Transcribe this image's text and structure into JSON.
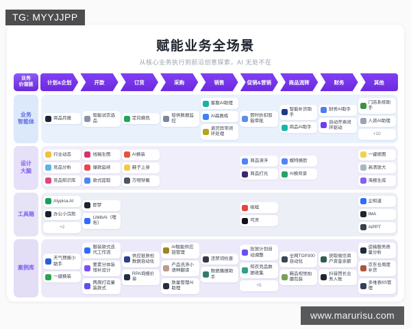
{
  "overlays": {
    "tg_label": "TG: MYYJJPP",
    "watermark": "www.marurisu.com"
  },
  "header": {
    "title": "赋能业务全场景",
    "subtitle": "从核心业务执行到前沿创意探索，AI 无处不在"
  },
  "colors": {
    "accent_purple": "#6d28d9",
    "stage_purple": "#7b3df0",
    "title_dark": "#20242f"
  },
  "value_chain": {
    "label_lines": [
      "业务",
      "价值链"
    ],
    "stages": [
      "计划&企划",
      "开款",
      "订货",
      "采购",
      "销售",
      "促销&营销",
      "商品流转",
      "财务",
      "其他"
    ]
  },
  "rows": [
    {
      "id": "agents",
      "label_lines": [
        "业务",
        "智能体"
      ],
      "theme": {
        "bg": "#e9f1fc",
        "label_bg": "#dce9fb",
        "label_color": "#5f6cdc"
      },
      "columns": [
        [
          {
            "label": "商品月报",
            "icon": "#1f2433"
          }
        ],
        [
          {
            "label": "智能试衣选品",
            "icon": "#8a93a6"
          }
        ],
        [
          {
            "label": "定向换色",
            "icon": "#22a55a"
          }
        ],
        [
          {
            "label": "轻供数据监控",
            "icon": "#7a869c"
          }
        ],
        [
          {
            "label": "客服AI助理",
            "icon": "#18b2a6"
          },
          {
            "label": "AI森教练",
            "icon": "#3b82f6"
          },
          {
            "label": "退货异常闭环处理",
            "icon": "#b7a31a"
          }
        ],
        [
          {
            "label": "即时折扣智能审批",
            "icon": "#5b8def"
          }
        ],
        [
          {
            "label": "智能补货助手",
            "icon": "#1e3a8a"
          },
          {
            "label": "商品AI助手",
            "icon": "#14b8a6"
          }
        ],
        [
          {
            "label": "财务AI助手",
            "icon": "#4f7df0"
          },
          {
            "label": "自动开票闭环驱动",
            "icon": "#6d3ef0"
          }
        ],
        [
          {
            "label": "门店系统助手",
            "icon": "#3f9142"
          },
          {
            "label": "人资AI助理",
            "icon": "#9aa3b2"
          },
          {
            "label": "+10",
            "icon": null
          }
        ]
      ]
    },
    {
      "id": "design-brain",
      "label_lines": [
        "设计",
        "大脑"
      ],
      "theme": {
        "bg": "#f1eefb",
        "label_bg": "#e6e0f8",
        "label_color": "#7c5cf0"
      },
      "columns": [
        [
          {
            "label": "行业动态",
            "icon": "#f0c33c"
          },
          {
            "label": "竞品分析",
            "icon": "#58b7e6"
          },
          {
            "label": "竞品知识库",
            "icon": "#e0457b"
          }
        ],
        [
          {
            "label": "线稿生图",
            "icon": "#d6336c"
          },
          {
            "label": "爆款延续",
            "icon": "#e5484d"
          },
          {
            "label": "款式提取",
            "icon": "#4f86f7"
          }
        ],
        [
          {
            "label": "AI换装",
            "icon": "#e5543c"
          },
          {
            "label": "鞋子上身",
            "icon": "#f2c94c"
          },
          {
            "label": "万物穿戴",
            "icon": "#4b5563"
          }
        ],
        [],
        [],
        [
          {
            "label": "商品漂浮",
            "icon": "#4f86f7"
          },
          {
            "label": "商品打光",
            "icon": "#3b2a6e"
          }
        ],
        [
          {
            "label": "模特换脸",
            "icon": "#4f86f7"
          },
          {
            "label": "AI换背景",
            "icon": "#29a36a"
          }
        ],
        [],
        [
          {
            "label": "一键抠图",
            "icon": "#f2d24c"
          },
          {
            "label": "高清放大",
            "icon": "#aab4c4"
          },
          {
            "label": "海报生成",
            "icon": "#8a5cf6"
          }
        ]
      ]
    },
    {
      "id": "toolbox",
      "label_lines": [
        "工具箱"
      ],
      "theme": {
        "bg": "#edeff6",
        "label_bg": "#e6e3f7",
        "label_color": "#7c5cf0"
      },
      "columns": [
        [
          {
            "label": "Atypica.AI",
            "icon": "#169f5c"
          },
          {
            "label": "办公小浣熊",
            "icon": "#17202e"
          },
          {
            "label": "+2",
            "icon": null
          }
        ],
        [
          {
            "label": "即梦",
            "icon": "#1b2430"
          },
          {
            "label": "LiblibAI（哩布）",
            "icon": "#2f6bff"
          }
        ],
        [],
        [],
        [],
        [
          {
            "label": "绘蛙",
            "icon": "#e8453c"
          },
          {
            "label": "可灵",
            "icon": "#111318"
          }
        ],
        [],
        [],
        [
          {
            "label": "企知道",
            "icon": "#2f6bff"
          },
          {
            "label": "IMA",
            "icon": "#22262e"
          },
          {
            "label": "AiPPT",
            "icon": "#39404d"
          }
        ]
      ]
    },
    {
      "id": "case-library",
      "label_lines": [
        "案例库"
      ],
      "theme": {
        "bg": "#ece9f9",
        "label_bg": "#e3ddf6",
        "label_color": "#7c5cf0"
      },
      "columns": [
        [
          {
            "label": "天气预报小助手",
            "icon": "#2b5fd9"
          },
          {
            "label": "一键换装",
            "icon": "#2aa34f"
          }
        ],
        [
          {
            "label": "服装款式迭代工作流",
            "icon": "#2f6bff"
          },
          {
            "label": "要素分体装增补设计",
            "icon": "#7a4ff0"
          },
          {
            "label": "两周打造童装款式",
            "icon": "#5b4ff0"
          }
        ],
        [
          {
            "label": "供应链质检数据自动化",
            "icon": "#2b3f8a"
          },
          {
            "label": "RPA询报价单",
            "icon": "#223047"
          }
        ],
        [
          {
            "label": "AI赋能供应链管理",
            "icon": "#a08326"
          },
          {
            "label": "产品洗涤小语种翻译",
            "icon": "#b99c8e"
          },
          {
            "label": "质量管理AI助理",
            "icon": "#24303f"
          }
        ],
        [
          {
            "label": "违禁词检查",
            "icon": "#333a46"
          },
          {
            "label": "数据播报助手",
            "icon": "#2f7d6d"
          }
        ],
        [
          {
            "label": "投放计划自动调整",
            "icon": "#6a4ff0"
          },
          {
            "label": "知衣竞品数据收集",
            "icon": "#2fa08c"
          },
          {
            "label": "+5",
            "icon": null
          }
        ],
        [
          {
            "label": "全网TOP300自动化",
            "icon": "#3c4453"
          },
          {
            "label": "鞋品视觉拍摄包装",
            "icon": "#79a05a"
          }
        ],
        [
          {
            "label": "获取微信商户资金余额",
            "icon": "#2f5d50"
          },
          {
            "label": "抖音团长业务入账",
            "icon": "#20262f"
          }
        ],
        [
          {
            "label": "运输服务质量分析",
            "icon": "#1f2a3a"
          },
          {
            "label": "京东仓周度补货",
            "icon": "#b0543f"
          },
          {
            "label": "多维表6S管理",
            "icon": "#33405a"
          }
        ]
      ]
    }
  ]
}
